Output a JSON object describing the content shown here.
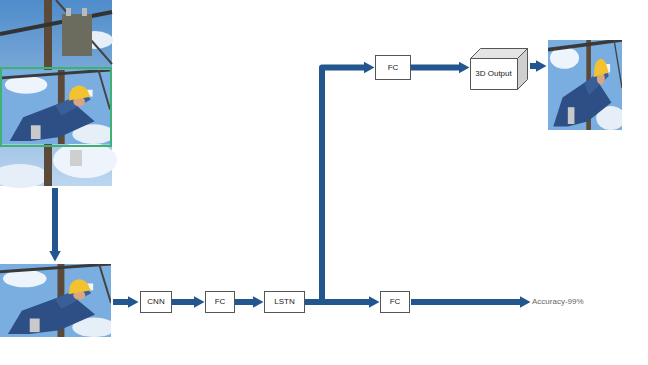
{
  "diagram": {
    "nodes": [
      {
        "text": [
          "FC"
        ]
      },
      {
        "text": [
          "3D Output"
        ]
      },
      {
        "text": [
          "CNN"
        ]
      },
      {
        "text": [
          "FC"
        ]
      },
      {
        "text": [
          "LSTN"
        ]
      },
      {
        "text": [
          "FC"
        ]
      }
    ],
    "edges": [
      {
        "from": 2,
        "to": 3,
        "arrow": "to"
      },
      {
        "from": 3,
        "to": 4,
        "arrow": "to"
      },
      {
        "from": 4,
        "to": 0,
        "arrow": "to"
      },
      {
        "from": 0,
        "to": 1,
        "arrow": "to"
      },
      {
        "from": 4,
        "to": 5,
        "arrow": "to"
      }
    ],
    "labels": [
      "Accuracy-99%"
    ]
  }
}
